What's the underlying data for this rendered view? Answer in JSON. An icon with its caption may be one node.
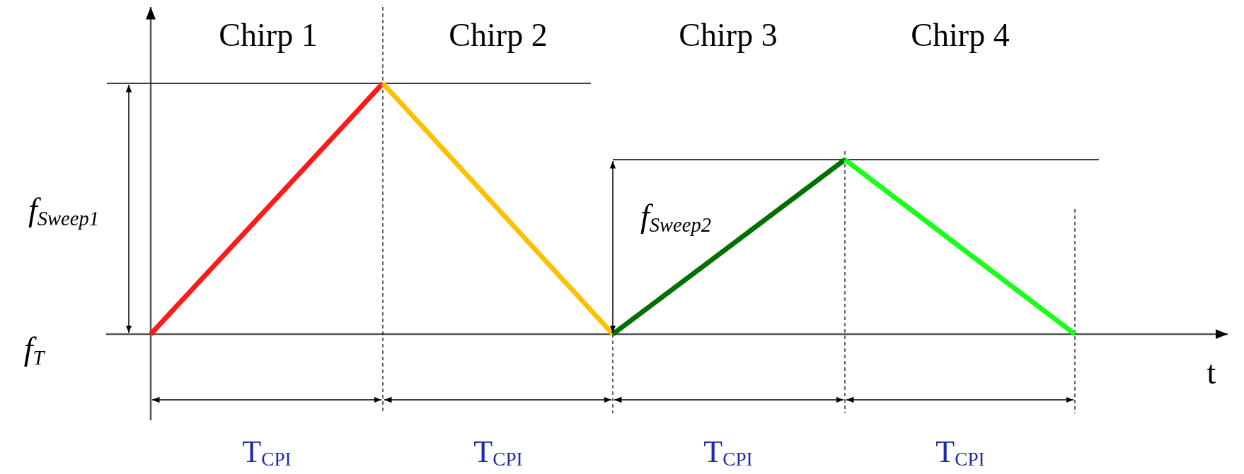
{
  "diagram": {
    "labels": [
      "Chirp 1",
      "Chirp 2",
      "Chirp 3",
      "Chirp 4",
      "f$_{Sweep1}$",
      "f$_{Sweep2}$",
      "f$_{T}$",
      "t",
      "T$_{CPI}$",
      "T$_{CPI}$",
      "T$_{CPI}$",
      "T$_{CPI}$"
    ]
  }
}
